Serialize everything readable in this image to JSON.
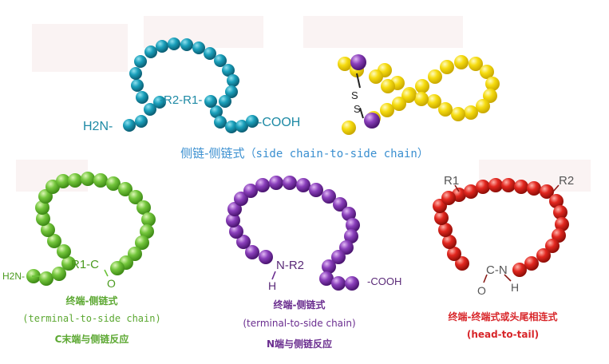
{
  "colors": {
    "teal": "#1a9bb5",
    "yellow": "#f5d916",
    "purple": "#7b3aa6",
    "green": "#6cc23a",
    "red": "#e0261f"
  },
  "top_left": {
    "h2n": "H2N-",
    "r_group": "-R2-R1-",
    "cooh": "-COOH"
  },
  "top_right": {
    "s1": "S",
    "s2": "S"
  },
  "top_caption": {
    "zh": "侧链-侧链式",
    "en": "（side chain-to-side chain）"
  },
  "green_panel": {
    "h2n": "H2N-",
    "r": "R1-C",
    "o": "O",
    "title": "终端-侧链式",
    "subtitle": "(terminal-to-side chain)",
    "note": "C末端与侧链反应"
  },
  "purple_panel": {
    "nr": "N-R2",
    "h": "H",
    "cooh": "-COOH",
    "title": "终端-侧链式",
    "subtitle": "(terminal-to-side chain)",
    "note": "N端与侧链反应"
  },
  "red_panel": {
    "r1": "R1",
    "r2": "R2",
    "cn": "C-N",
    "o": "O",
    "h": "H",
    "title": "终端-终端式或头尾相连式",
    "subtitle": "(head-to-tail)"
  }
}
